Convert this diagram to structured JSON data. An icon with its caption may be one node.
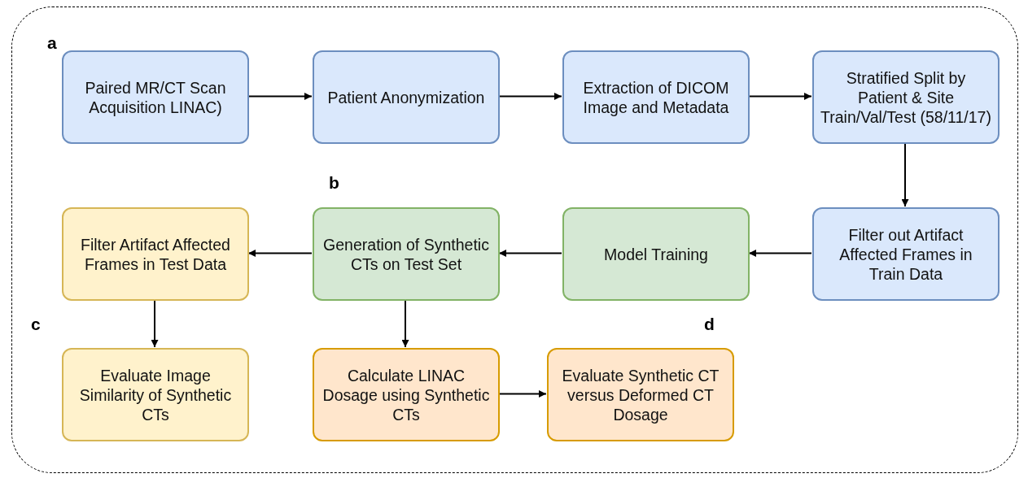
{
  "diagram": {
    "nodes": [
      {
        "text": [],
        "shape": "box"
      },
      {
        "text": [
          "Paired MR/CT Scan Acquisition LINAC)"
        ],
        "in": 0
      },
      {
        "text": [
          "Patient Anonymization"
        ],
        "in": 0
      },
      {
        "text": [
          "Extraction of DICOM Image and Metadata"
        ],
        "in": 0
      },
      {
        "text": [
          "Stratified Split by Patient & Site Train/Val/Test (58/11/17)"
        ],
        "in": 0
      },
      {
        "text": [
          "Filter Artifact Affected Frames in Test Data"
        ],
        "in": 0
      },
      {
        "text": [
          "Generation of Synthetic CTs on Test Set"
        ],
        "in": 0
      },
      {
        "text": [
          "Model Training"
        ],
        "in": 0
      },
      {
        "text": [
          "Filter out Artifact Affected Frames in Train Data"
        ],
        "in": 0
      },
      {
        "text": [
          "Evaluate Image Similarity of Synthetic CTs"
        ],
        "in": 0
      },
      {
        "text": [
          "Calculate LINAC Dosage using Synthetic CTs"
        ],
        "in": 0
      },
      {
        "text": [
          "Evaluate Synthetic CT versus Deformed CT Dosage"
        ],
        "in": 0
      }
    ],
    "edges": [
      {
        "from": 1,
        "to": 2,
        "arrow": "to"
      },
      {
        "from": 2,
        "to": 3,
        "arrow": "to"
      },
      {
        "from": 3,
        "to": 4,
        "arrow": "to"
      },
      {
        "from": 4,
        "to": 8,
        "arrow": "to"
      },
      {
        "from": 8,
        "to": 7,
        "arrow": "to"
      },
      {
        "from": 7,
        "to": 6,
        "arrow": "to"
      },
      {
        "from": 6,
        "to": 5,
        "arrow": "to"
      },
      {
        "from": 5,
        "to": 9,
        "arrow": "to"
      },
      {
        "from": 6,
        "to": 10,
        "arrow": "to"
      },
      {
        "from": 10,
        "to": 11,
        "arrow": "to"
      }
    ],
    "labels": [
      "a",
      "b",
      "c",
      "d"
    ]
  }
}
